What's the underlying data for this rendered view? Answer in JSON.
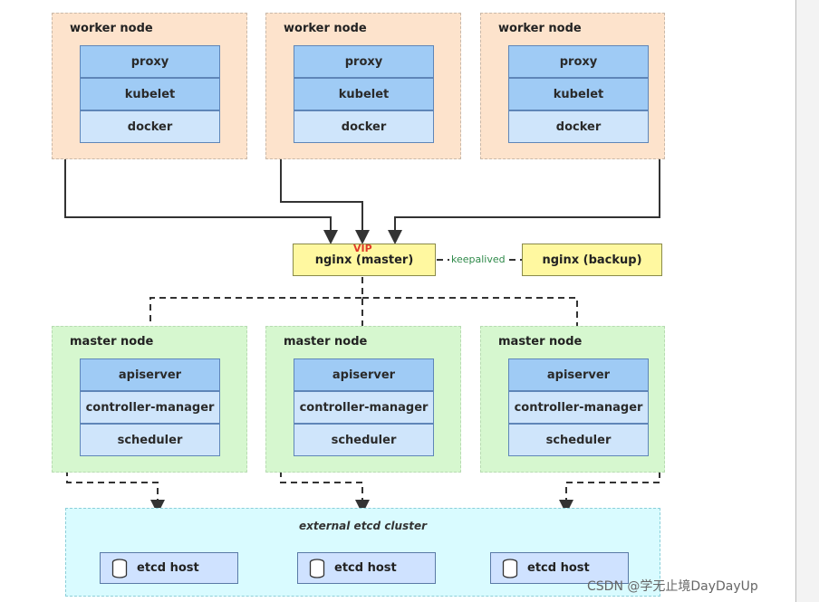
{
  "workers": [
    {
      "title": "worker node",
      "components": [
        "proxy",
        "kubelet",
        "docker"
      ]
    },
    {
      "title": "worker node",
      "components": [
        "proxy",
        "kubelet",
        "docker"
      ]
    },
    {
      "title": "worker node",
      "components": [
        "proxy",
        "kubelet",
        "docker"
      ]
    }
  ],
  "lb": {
    "vip": "VIP",
    "master_label": "nginx (master)",
    "backup_label": "nginx (backup)",
    "keepalived": "keepalived"
  },
  "masters": [
    {
      "title": "master node",
      "components": [
        "apiserver",
        "controller-manager",
        "scheduler"
      ]
    },
    {
      "title": "master node",
      "components": [
        "apiserver",
        "controller-manager",
        "scheduler"
      ]
    },
    {
      "title": "master node",
      "components": [
        "apiserver",
        "controller-manager",
        "scheduler"
      ]
    }
  ],
  "etcd": {
    "cluster_label": "external etcd cluster",
    "hosts": [
      "etcd host",
      "etcd host",
      "etcd host"
    ]
  },
  "watermark": "CSDN @学无止境DayDayUp",
  "colors": {
    "worker_bg": "#fde3cc",
    "master_bg": "#d6f7cf",
    "component_blue": "#9fcbf5",
    "nginx_bg": "#fff8a0",
    "etcd_bg": "#d9fbff"
  }
}
